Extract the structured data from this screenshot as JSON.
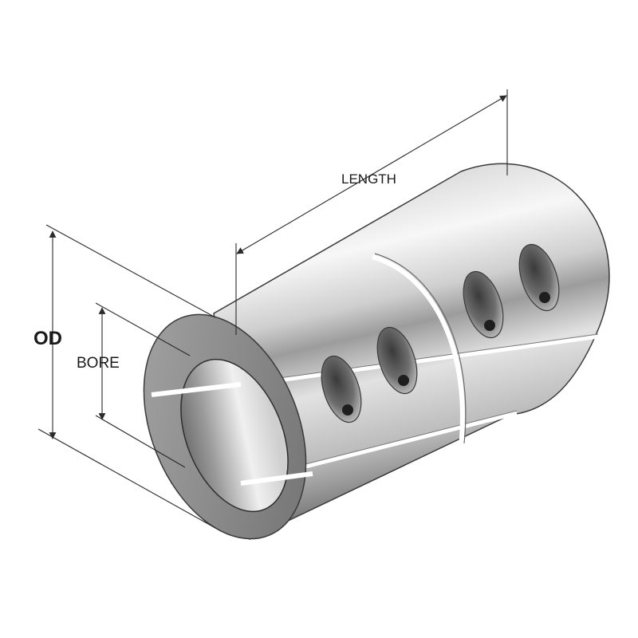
{
  "labels": {
    "length": "LENGTH",
    "od": "OD",
    "bore": "BORE"
  },
  "colors": {
    "line": "#2a2a2a",
    "body_light": "#f4f4f4",
    "body_dark": "#6f6f6f",
    "face": "#8a8a8a",
    "bore_light": "#ebebeb",
    "bore_dark": "#5e5e5e"
  }
}
